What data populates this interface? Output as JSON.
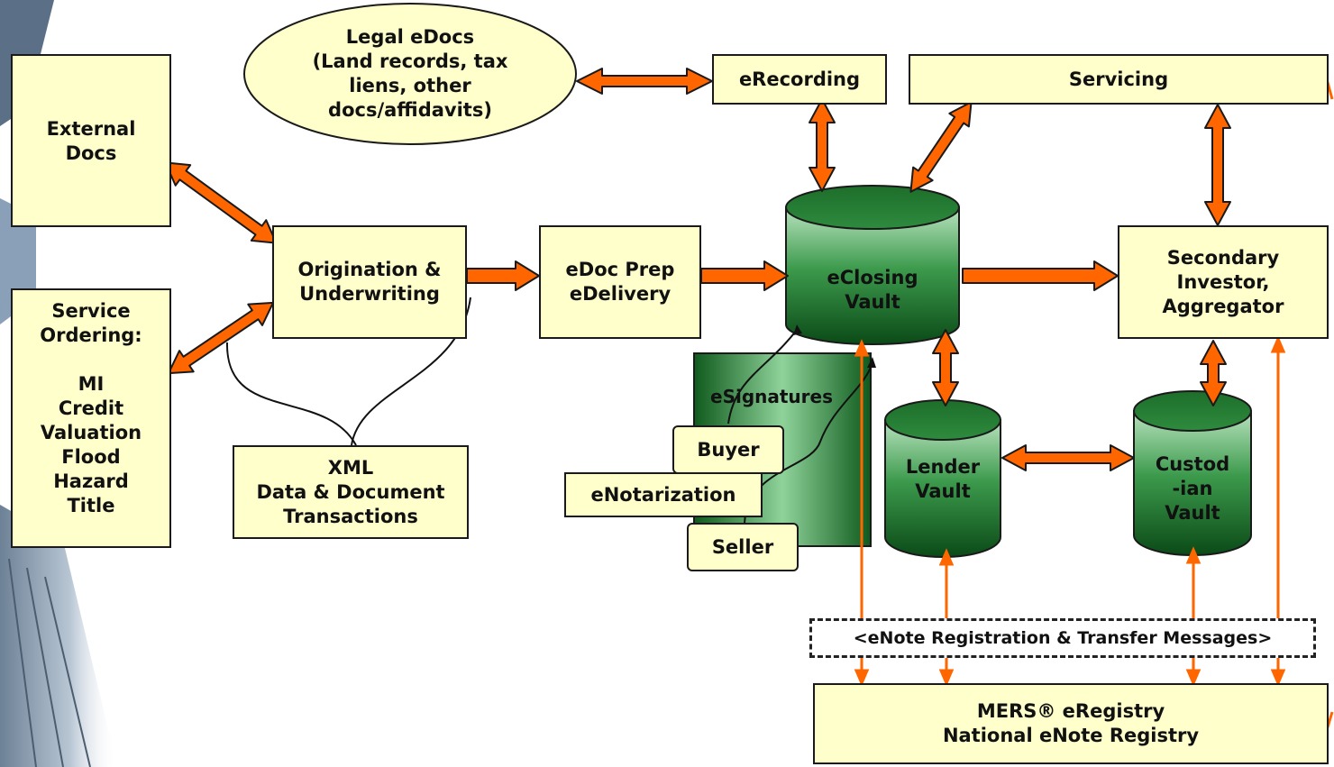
{
  "nodes": {
    "legal_edocs": "Legal eDocs\n(Land records, tax\nliens, other\ndocs/affidavits)",
    "erecording": "eRecording",
    "servicing": "Servicing",
    "external_docs": "External\nDocs",
    "service_ordering": "Service\nOrdering:\n\nMI\nCredit\nValuation\nFlood\nHazard\nTitle",
    "origination": "Origination &\nUnderwriting",
    "edoc_prep": "eDoc Prep\neDelivery",
    "eclosing_vault": "eClosing\nVault",
    "secondary": "Secondary\nInvestor,\nAggregator",
    "esignatures": "eSignatures",
    "buyer": "Buyer",
    "enotarization": "eNotarization",
    "seller": "Seller",
    "xml": "XML\nData & Document\nTransactions",
    "lender_vault": "Lender\nVault",
    "custodian_vault": "Custod\n-ian\nVault",
    "enote_messages": "<eNote Registration & Transfer Messages>",
    "mers": "MERS® eRegistry\nNational eNote Registry"
  },
  "colors": {
    "box_fill": "#ffffcc",
    "arrow": "#ff6600",
    "cylinder_top": "#2e8b3e",
    "cylinder_dark": "#0b4a17",
    "esig_fill": "#1e7a2e"
  }
}
